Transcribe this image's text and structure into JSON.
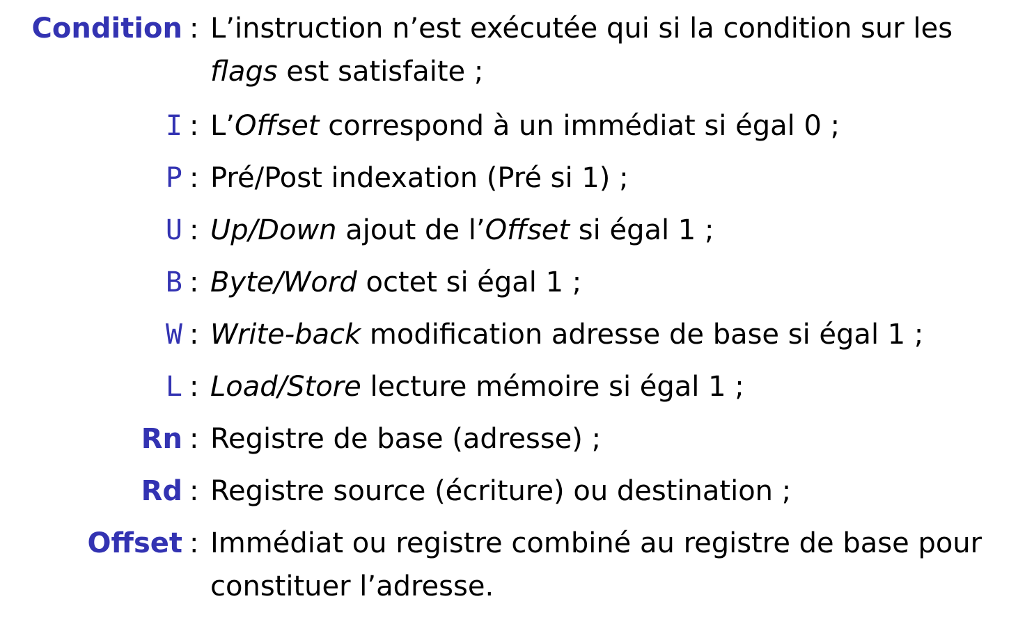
{
  "items": [
    {
      "term": "Condition",
      "parts": [
        {
          "t": "L’instruction n’est exécutée qui si la condition sur les ",
          "i": false
        },
        {
          "t": "flags",
          "i": true
        },
        {
          "t": " est satisfaite ;",
          "i": false
        }
      ]
    },
    {
      "term": "I",
      "parts": [
        {
          "t": "L’",
          "i": false
        },
        {
          "t": "Offset",
          "i": true
        },
        {
          "t": " correspond à un immédiat si égal 0 ;",
          "i": false
        }
      ]
    },
    {
      "term": "P",
      "parts": [
        {
          "t": "Pré/Post indexation (Pré si 1) ;",
          "i": false
        }
      ]
    },
    {
      "term": "U",
      "parts": [
        {
          "t": "Up/Down",
          "i": true
        },
        {
          "t": " ajout de l’",
          "i": false
        },
        {
          "t": "Offset",
          "i": true
        },
        {
          "t": " si égal 1 ;",
          "i": false
        }
      ]
    },
    {
      "term": "B",
      "parts": [
        {
          "t": "Byte/Word",
          "i": true
        },
        {
          "t": " octet si égal 1 ;",
          "i": false
        }
      ]
    },
    {
      "term": "W",
      "parts": [
        {
          "t": "Write-back",
          "i": true
        },
        {
          "t": " modification adresse de base si égal 1 ;",
          "i": false
        }
      ]
    },
    {
      "term": "L",
      "parts": [
        {
          "t": "Load/Store",
          "i": true
        },
        {
          "t": " lecture mémoire si égal 1 ;",
          "i": false
        }
      ]
    },
    {
      "term": "Rn",
      "parts": [
        {
          "t": "Registre de base (adresse) ;",
          "i": false
        }
      ]
    },
    {
      "term": "Rd",
      "parts": [
        {
          "t": "Registre source (écriture) ou destination ;",
          "i": false
        }
      ]
    },
    {
      "term": "Offset",
      "parts": [
        {
          "t": "Immédiat ou registre combiné au registre de base pour constituer l’adresse.",
          "i": false
        }
      ]
    }
  ],
  "separator": ":",
  "term_color": "#3333b2"
}
